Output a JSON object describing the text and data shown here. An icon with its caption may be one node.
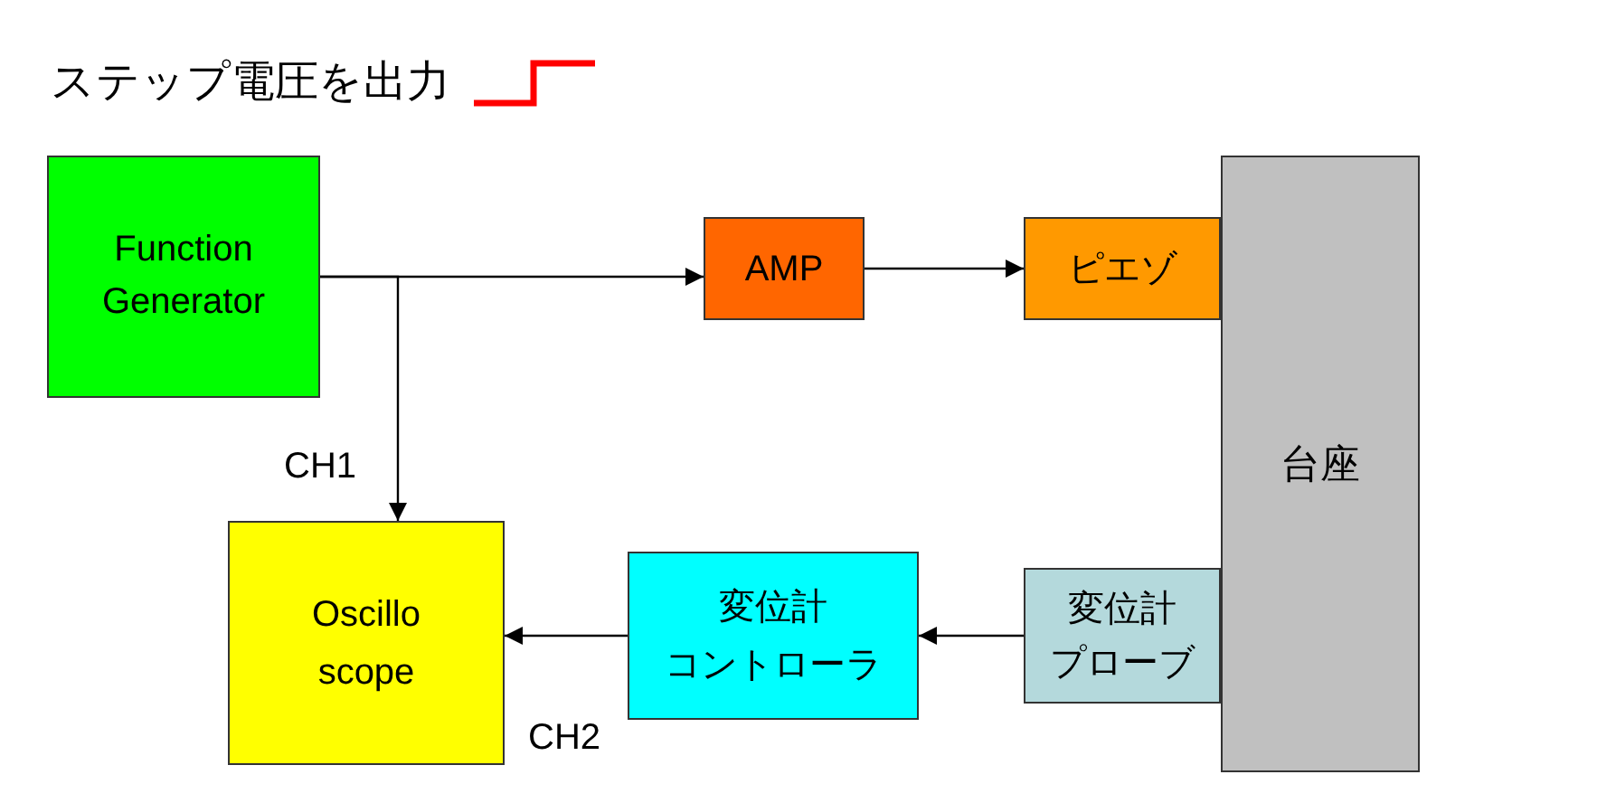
{
  "diagram": {
    "title": "ステップ電圧を出力",
    "nodes": [
      {
        "text": [
          "Function Generator"
        ]
      },
      {
        "text": [
          "AMP"
        ]
      },
      {
        "text": [
          "ピエゾ"
        ]
      },
      {
        "text": [
          "台座"
        ]
      },
      {
        "text": [
          "Oscillo scope"
        ]
      },
      {
        "text": [
          "変位計",
          "コントローラ"
        ]
      },
      {
        "text": [
          "変位計",
          "プローブ"
        ]
      }
    ],
    "edges": [
      {
        "from": 0,
        "to": 1,
        "arrow": "to"
      },
      {
        "from": 0,
        "to": 4,
        "arrow": "to",
        "label": "CH1"
      },
      {
        "from": 1,
        "to": 2,
        "arrow": "to"
      },
      {
        "from": 6,
        "to": 5,
        "arrow": "to"
      },
      {
        "from": 5,
        "to": 4,
        "arrow": "to",
        "label": "CH2"
      }
    ]
  }
}
